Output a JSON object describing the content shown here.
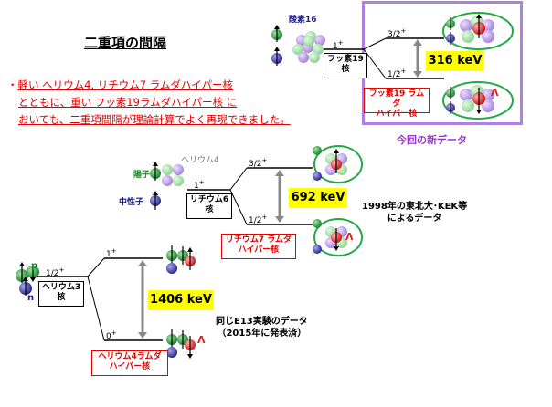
{
  "title": "二重項の間隔",
  "summary": {
    "bullet": "・",
    "line1": "軽い ヘリウム4, リチウム7 ラムダハイパー核",
    "line2": "とともに、重い フッ素19ラムダハイパー核 に",
    "line3": "おいても、二重項間隔が理論計算でよく再現できました。"
  },
  "fluorine": {
    "oxygen_label": "酸素16",
    "core_label": "フッ素19\n核",
    "core_spin": "1+",
    "upper_level": "3/2+",
    "lower_level": "1/2+",
    "energy": "316 keV",
    "hyper_label": "フッ素19 ラムダ\nハイパー核",
    "new_data_label": "今回の新データ"
  },
  "lithium": {
    "helium4_label": "ヘリウム4",
    "proton_label": "陽子",
    "neutron_label": "中性子",
    "core_label": "リチウム6\n核",
    "core_spin": "1+",
    "upper_level": "3/2+",
    "lower_level": "1/2+",
    "energy": "692 keV",
    "hyper_label": "リチウム7 ラムダ\nハイパー核",
    "source": "1998年の東北大･KEK等\nによるデータ"
  },
  "helium": {
    "p_label": "p",
    "n_label": "n",
    "core_label": "ヘリウム3\n核",
    "core_spin": "1/2+",
    "upper_level": "1+",
    "lower_level": "0+",
    "energy": "1406 keV",
    "hyper_label": "ヘリウム4ラムダ\nハイパー核",
    "source": "同じE13実験のデータ\n（2015年に発表済）"
  },
  "lambda_symbol": "Λ",
  "colors": {
    "proton": "#1a8a2a",
    "neutron": "#2a2aa0",
    "lambda": "#e02020",
    "highlight_frame": "#b080e0",
    "ellipse": "#22aa44",
    "energy_box": "#ffff00"
  }
}
